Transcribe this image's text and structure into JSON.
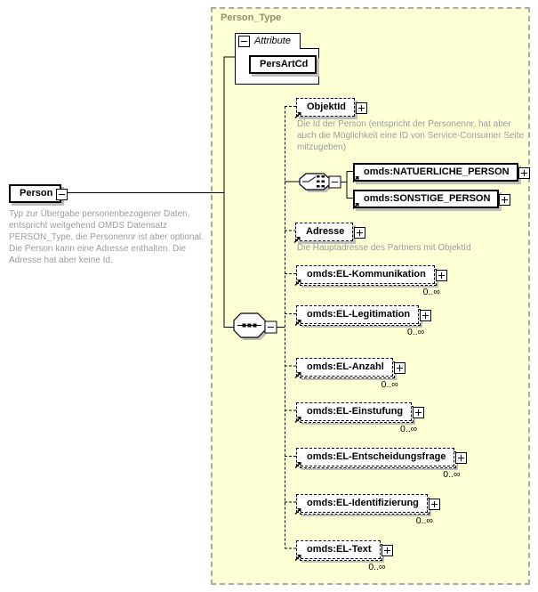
{
  "diagram": {
    "type_container": {
      "title": "Person_Type"
    },
    "root": {
      "name": "Person",
      "doc": "Typ zur Übergabe personenbezogener Daten, entspricht weitgehend OMDS Datensatz PERSON_Type, die Personennr ist aber optional. Die Person kann eine Adresse enthalten. Die Adresse hat aber keine Id."
    },
    "attributes_section": {
      "label": "Attribute",
      "items": [
        {
          "name": "PersArtCd"
        }
      ]
    },
    "sequence_children": [
      {
        "name": "ObjektId",
        "doc": "Die Id der Person (entspricht der Personennr, hat aber auch die Möglichkeit eine ID von Service-Consumer Seite mitzugeben)"
      },
      {
        "name": "Adresse",
        "doc": "Die Hauptadresse des Partners mit ObjektId"
      },
      {
        "name": "omds:EL-Kommunikation",
        "occurs": "0..∞"
      },
      {
        "name": "omds:EL-Legitimation",
        "occurs": "0..∞"
      },
      {
        "name": "omds:EL-Anzahl",
        "occurs": "0..∞"
      },
      {
        "name": "omds:EL-Einstufung",
        "occurs": "0..∞"
      },
      {
        "name": "omds:EL-Entscheidungsfrage",
        "occurs": "0..∞"
      },
      {
        "name": "omds:EL-Identifizierung",
        "occurs": "0..∞"
      },
      {
        "name": "omds:EL-Text",
        "occurs": "0..∞"
      }
    ],
    "choice_children": [
      {
        "name": "omds:NATUERLICHE_PERSON"
      },
      {
        "name": "omds:SONSTIGE_PERSON"
      }
    ],
    "connectors": {
      "sequence": "sequence",
      "choice": "choice"
    },
    "colors": {
      "container_bg": "#FFFFD6",
      "container_border": "#A9A9A9",
      "annotation_text": "#9B9BA1",
      "title_text": "#8F8F6B",
      "shadow": "#BDBDBD"
    }
  }
}
